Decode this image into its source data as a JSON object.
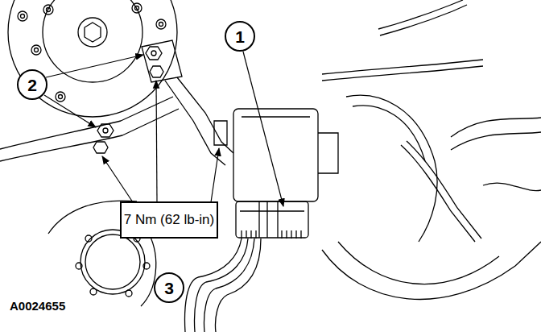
{
  "diagram": {
    "nodes": [
      {
        "text": [
          "1"
        ]
      },
      {
        "text": [
          "2"
        ]
      },
      {
        "text": [
          "7 Nm (62 lb-in)"
        ]
      },
      {
        "text": [
          "3"
        ]
      }
    ],
    "labels": [
      "A0024655"
    ]
  }
}
